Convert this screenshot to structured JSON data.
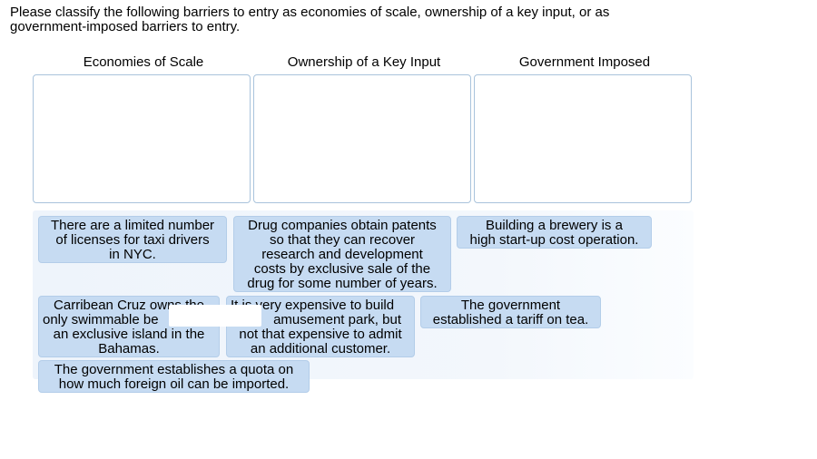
{
  "prompt": {
    "line1": "Please classify the following barriers to entry as economies of scale, ownership of a key input, or as",
    "line2": "government-imposed barriers to entry."
  },
  "columns": [
    {
      "header": "Economies of Scale"
    },
    {
      "header": "Ownership of a Key Input"
    },
    {
      "header": "Government Imposed"
    }
  ],
  "tiles": [
    {
      "lines": [
        "There are a limited number",
        "of licenses for taxi drivers",
        "in NYC."
      ]
    },
    {
      "lines": [
        "Drug companies obtain patents",
        "so that they can recover",
        "research and development",
        "costs by exclusive sale of the",
        "drug for some number of years."
      ]
    },
    {
      "lines": [
        "Building a brewery is a",
        "high start-up cost operation."
      ]
    },
    {
      "lines": [
        "Carribean Cruz owns the",
        "only swimmable be",
        "an exclusive island in the",
        "Bahamas."
      ]
    },
    {
      "lines": [
        "It is very expensive to build",
        "amusement park, but",
        "not that expensive to admit",
        "an additional customer."
      ]
    },
    {
      "lines": [
        "The government",
        "established a tariff on tea."
      ]
    },
    {
      "lines": [
        "The government establishes a quota on",
        "how much foreign oil can be imported."
      ]
    }
  ]
}
